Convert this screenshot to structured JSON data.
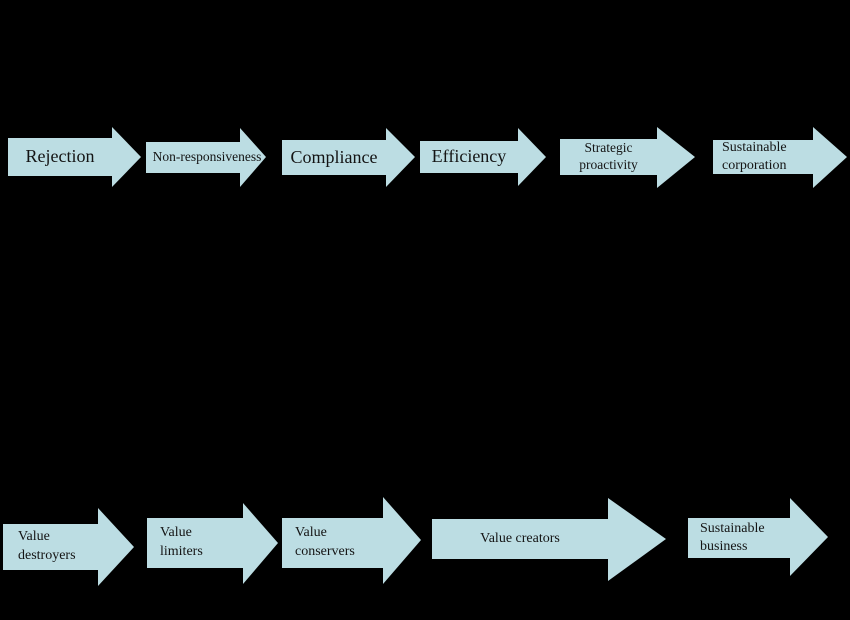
{
  "figure": {
    "background_color": "#000000",
    "arrow_fill_color": "#bcdde3",
    "label_color": "#141414"
  },
  "top_row": {
    "items": [
      {
        "lines": [
          "Rejection"
        ]
      },
      {
        "lines": [
          "Non-responsiveness"
        ]
      },
      {
        "lines": [
          "Compliance"
        ]
      },
      {
        "lines": [
          "Efficiency"
        ]
      },
      {
        "lines": [
          "Strategic",
          "proactivity"
        ]
      },
      {
        "lines": [
          "Sustainable",
          "corporation"
        ]
      }
    ]
  },
  "bottom_row": {
    "items": [
      {
        "lines": [
          "Value",
          "destroyers"
        ]
      },
      {
        "lines": [
          "Value",
          "limiters"
        ]
      },
      {
        "lines": [
          "Value",
          "conservers"
        ]
      },
      {
        "lines": [
          "Value creators"
        ]
      },
      {
        "lines": [
          "Sustainable",
          "business"
        ]
      }
    ]
  }
}
